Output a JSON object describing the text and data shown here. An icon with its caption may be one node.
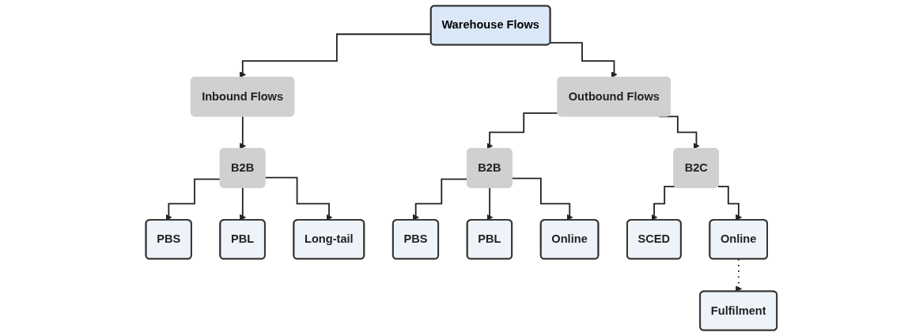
{
  "diagram": {
    "nodes": [
      {
        "text": [
          "Warehouse Flows"
        ]
      },
      {
        "text": [
          "Inbound Flows"
        ]
      },
      {
        "text": [
          "Outbound Flows"
        ]
      },
      {
        "text": [
          "B2B"
        ]
      },
      {
        "text": [
          "PBS"
        ]
      },
      {
        "text": [
          "PBL"
        ]
      },
      {
        "text": [
          "Long-tail"
        ]
      },
      {
        "text": [
          "B2B"
        ]
      },
      {
        "text": [
          "B2C"
        ]
      },
      {
        "text": [
          "PBS"
        ]
      },
      {
        "text": [
          "PBL"
        ]
      },
      {
        "text": [
          "Online"
        ]
      },
      {
        "text": [
          "SCED"
        ]
      },
      {
        "text": [
          "Online"
        ]
      },
      {
        "text": [
          "Fulfilment"
        ]
      }
    ],
    "edges": [
      {
        "from": 0,
        "to": 1,
        "arrow": "to"
      },
      {
        "from": 0,
        "to": 2,
        "arrow": "to"
      },
      {
        "from": 1,
        "to": 3,
        "arrow": "to"
      },
      {
        "from": 3,
        "to": 4,
        "arrow": "to"
      },
      {
        "from": 3,
        "to": 5,
        "arrow": "to"
      },
      {
        "from": 3,
        "to": 6,
        "arrow": "to"
      },
      {
        "from": 2,
        "to": 7,
        "arrow": "to"
      },
      {
        "from": 2,
        "to": 8,
        "arrow": "to"
      },
      {
        "from": 7,
        "to": 9,
        "arrow": "to"
      },
      {
        "from": 7,
        "to": 10,
        "arrow": "to"
      },
      {
        "from": 7,
        "to": 11,
        "arrow": "to"
      },
      {
        "from": 8,
        "to": 12,
        "arrow": "to"
      },
      {
        "from": 8,
        "to": 13,
        "arrow": "to"
      },
      {
        "from": 13,
        "to": 14,
        "arrow": "to",
        "style": "dashed"
      }
    ]
  }
}
